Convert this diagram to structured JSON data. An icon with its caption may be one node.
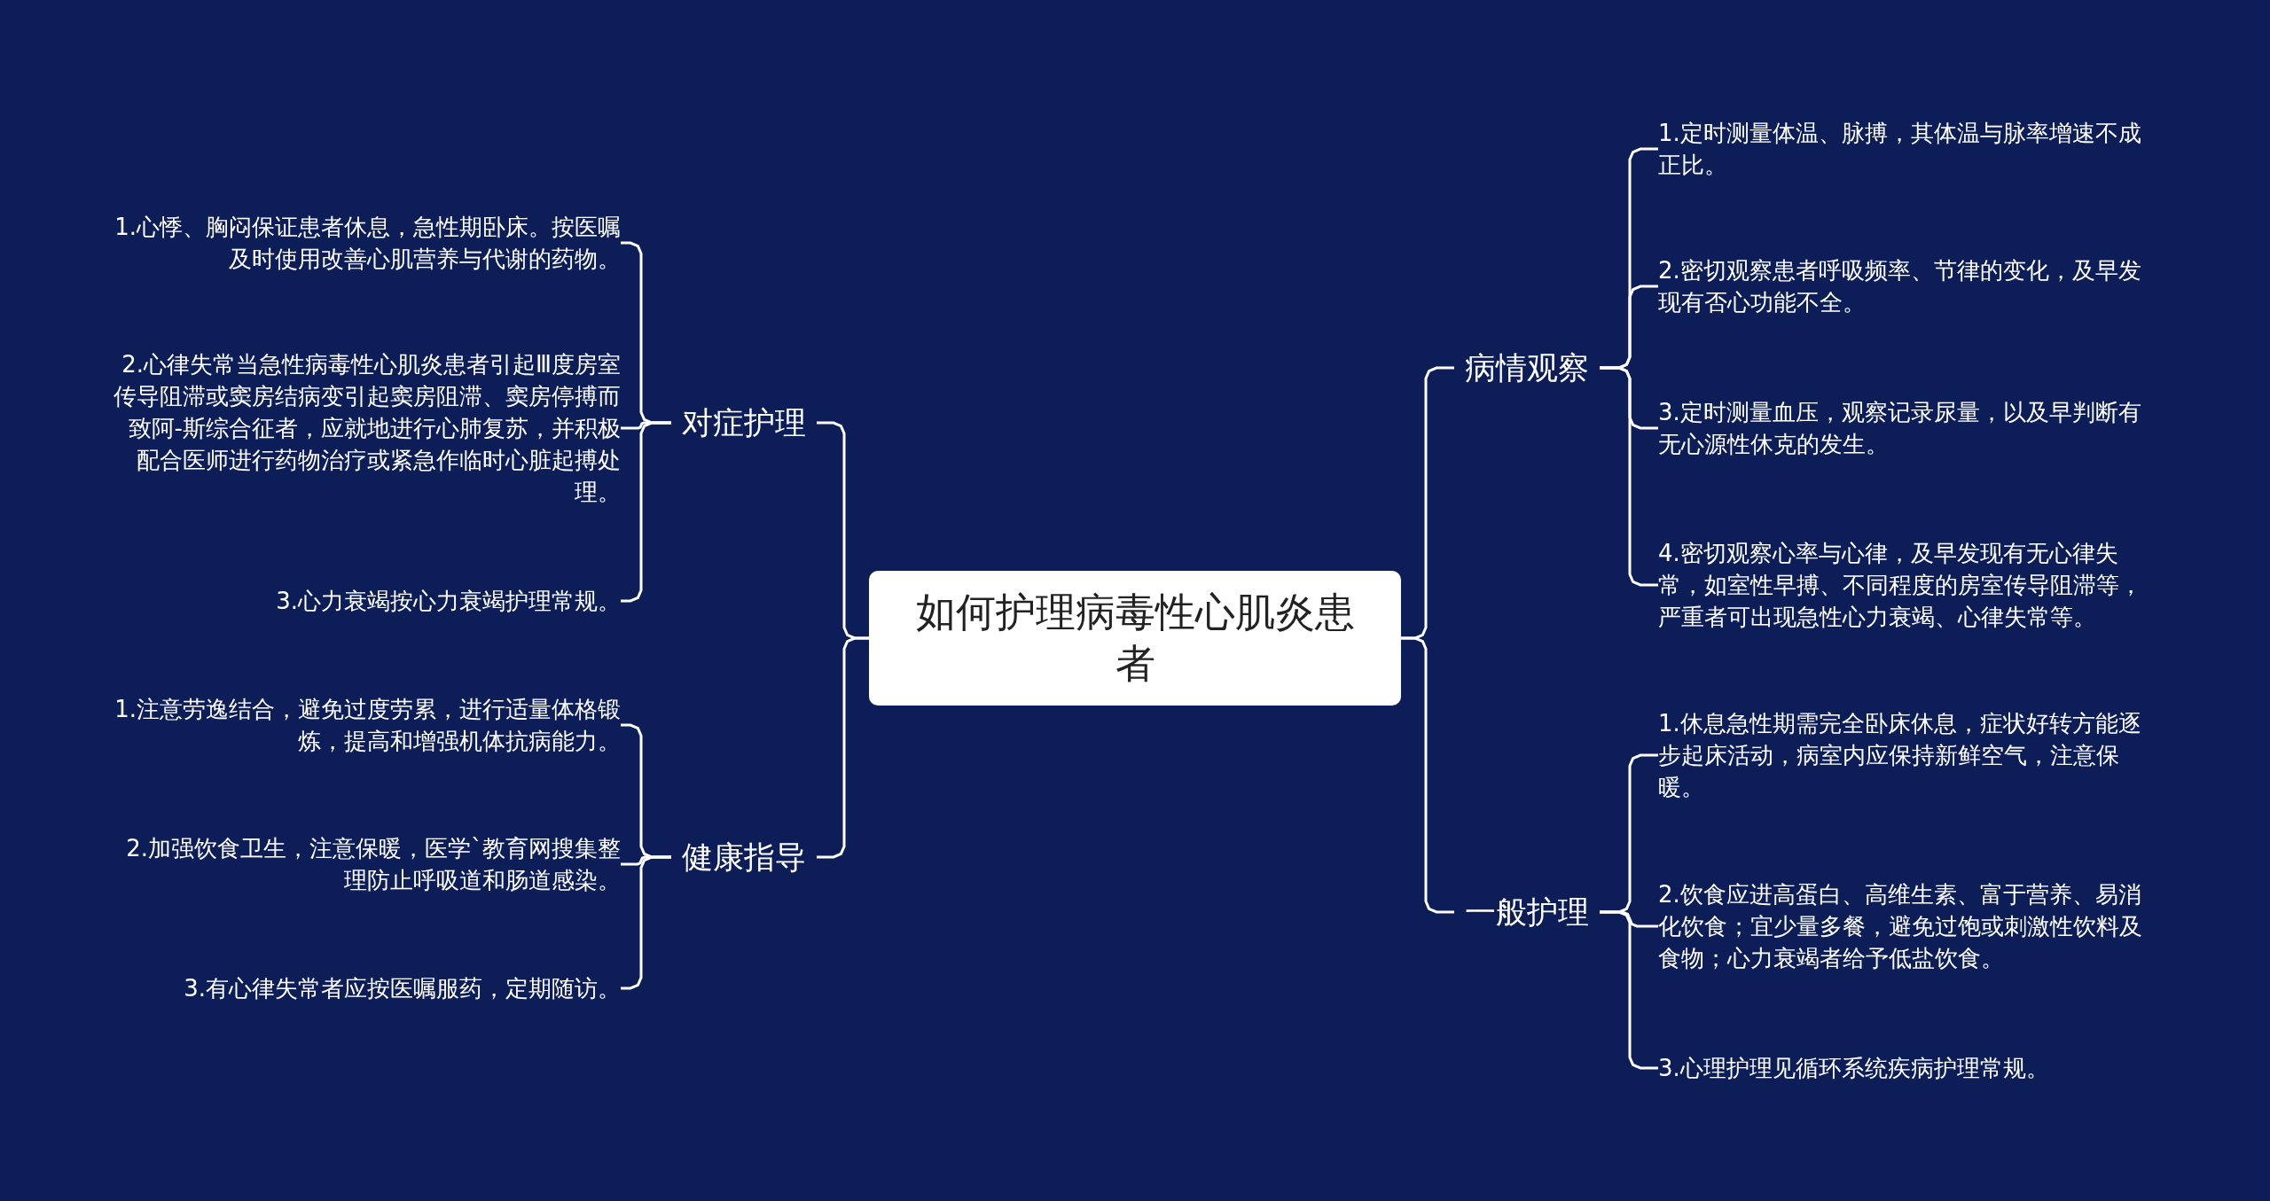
{
  "diagram": {
    "nodes": [
      {
        "text": [
          "如何护理病毒性心肌炎患者"
        ]
      },
      {
        "text": [
          "对症护理"
        ]
      },
      {
        "text": [
          "1.心悸、胸闷保证患者休息，急性期卧床。按医嘱及时使用改善心肌营养与代谢的药物。"
        ]
      },
      {
        "text": [
          "2.心律失常当急性病毒性心肌炎患者引起Ⅲ度房室传导阻滞或窦房结病变引起窦房阻滞、窦房停搏而致阿-斯综合征者，应就地进行心肺复苏，并积极配合医师进行药物治疗或紧急作临时心脏起搏处理。"
        ]
      },
      {
        "text": [
          "3.心力衰竭按心力衰竭护理常规。"
        ]
      },
      {
        "text": [
          "健康指导"
        ]
      },
      {
        "text": [
          "1.注意劳逸结合，避免过度劳累，进行适量体格锻炼，提高和增强机体抗病能力。"
        ]
      },
      {
        "text": [
          "2.加强饮食卫生，注意保暖，医学`教育网搜集整理防止呼吸道和肠道感染。"
        ]
      },
      {
        "text": [
          "3.有心律失常者应按医嘱服药，定期随访。"
        ]
      },
      {
        "text": [
          "病情观察"
        ]
      },
      {
        "text": [
          "1.定时测量体温、脉搏，其体温与脉率增速不成正比。"
        ]
      },
      {
        "text": [
          "2.密切观察患者呼吸频率、节律的变化，及早发现有否心功能不全。"
        ]
      },
      {
        "text": [
          "3.定时测量血压，观察记录尿量，以及早判断有无心源性休克的发生。"
        ]
      },
      {
        "text": [
          "4.密切观察心率与心律，及早发现有无心律失常，如室性早搏、不同程度的房室传导阻滞等，严重者可出现急性心力衰竭、心律失常等。"
        ]
      },
      {
        "text": [
          "一般护理"
        ]
      },
      {
        "text": [
          "1.休息急性期需完全卧床休息，症状好转方能逐步起床活动，病室内应保持新鲜空气，注意保暖。"
        ]
      },
      {
        "text": [
          "2.饮食应进高蛋白、高维生素、富于营养、易消化饮食；宜少量多餐，避免过饱或刺激性饮料及食物；心力衰竭者给予低盐饮食。"
        ]
      },
      {
        "text": [
          "3.心理护理见循环系统疾病护理常规。"
        ]
      }
    ],
    "edges": [
      {
        "from": 0,
        "to": 1,
        "arrow": "none"
      },
      {
        "from": 1,
        "to": 2,
        "arrow": "none"
      },
      {
        "from": 1,
        "to": 3,
        "arrow": "none"
      },
      {
        "from": 1,
        "to": 4,
        "arrow": "none"
      },
      {
        "from": 0,
        "to": 5,
        "arrow": "none"
      },
      {
        "from": 5,
        "to": 6,
        "arrow": "none"
      },
      {
        "from": 5,
        "to": 7,
        "arrow": "none"
      },
      {
        "from": 5,
        "to": 8,
        "arrow": "none"
      },
      {
        "from": 0,
        "to": 9,
        "arrow": "none"
      },
      {
        "from": 9,
        "to": 10,
        "arrow": "none"
      },
      {
        "from": 9,
        "to": 11,
        "arrow": "none"
      },
      {
        "from": 9,
        "to": 12,
        "arrow": "none"
      },
      {
        "from": 9,
        "to": 13,
        "arrow": "none"
      },
      {
        "from": 0,
        "to": 14,
        "arrow": "none"
      },
      {
        "from": 14,
        "to": 15,
        "arrow": "none"
      },
      {
        "from": 14,
        "to": 16,
        "arrow": "none"
      },
      {
        "from": 14,
        "to": 17,
        "arrow": "none"
      }
    ]
  }
}
